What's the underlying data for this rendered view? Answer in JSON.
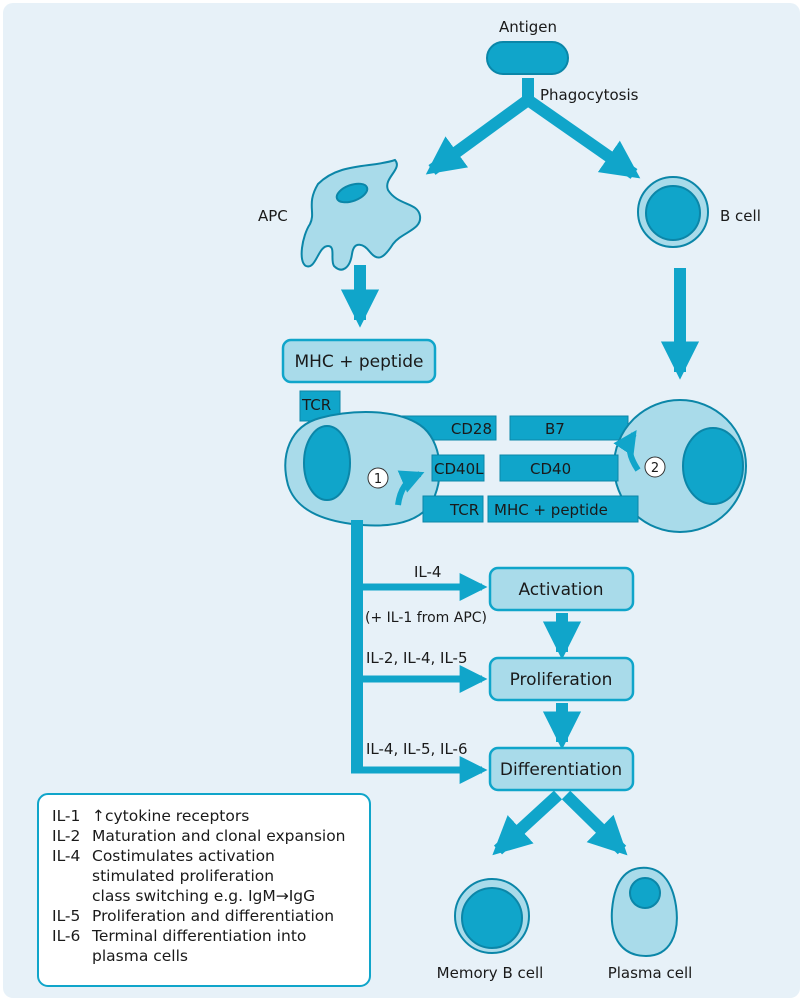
{
  "colors": {
    "background": "#e7f1f8",
    "primary": "#10a5ca",
    "light": "#a9dbea",
    "outline": "#0b86a8",
    "text": "#1a1a1a"
  },
  "top": {
    "antigen": "Antigen",
    "phagocytosis": "Phagocytosis"
  },
  "cells": {
    "apc": "APC",
    "b_cell": "B cell",
    "memory_b_cell": "Memory B cell",
    "plasma_cell": "Plasma cell"
  },
  "mhc_box": "MHC + peptide",
  "receptors": {
    "tcr_top": "TCR",
    "cd28": "CD28",
    "b7": "B7",
    "cd40l": "CD40L",
    "cd40": "CD40",
    "tcr_bottom": "TCR",
    "mhc_peptide": "MHC + peptide",
    "num1": "1",
    "num2": "2"
  },
  "stages": {
    "activation": "Activation",
    "proliferation": "Proliferation",
    "differentiation": "Differentiation"
  },
  "signals": {
    "il4": "IL-4",
    "il1_apc": "(+ IL-1 from APC)",
    "il245": "IL-2, IL-4, IL-5",
    "il456": "IL-4, IL-5, IL-6"
  },
  "key": {
    "lines": [
      {
        "code": "IL-1",
        "text": "↑cytokine receptors"
      },
      {
        "code": "IL-2",
        "text": "Maturation and clonal expansion"
      },
      {
        "code": "IL-4",
        "text": "Costimulates activation"
      },
      {
        "code": "",
        "text": "stimulated proliferation"
      },
      {
        "code": "",
        "text": "class switching e.g. IgM→IgG"
      },
      {
        "code": "IL-5",
        "text": "Proliferation and differentiation"
      },
      {
        "code": "IL-6",
        "text": "Terminal differentiation into"
      },
      {
        "code": "",
        "text": "plasma cells"
      }
    ]
  }
}
